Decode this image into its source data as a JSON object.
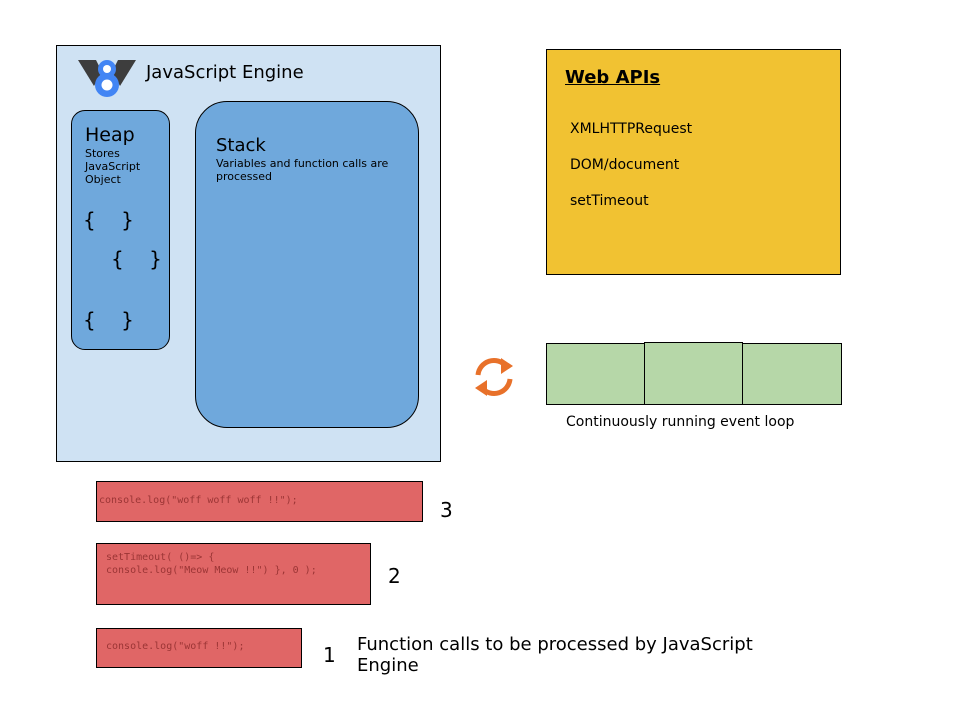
{
  "engine": {
    "title": "JavaScript Engine",
    "logo_icon": "v8-logo-icon",
    "heap": {
      "title": "Heap",
      "description": "Stores JavaScript Object",
      "braces": [
        "{    }",
        "{    }",
        "{    }"
      ]
    },
    "stack": {
      "title": "Stack",
      "description": "Variables and function calls are processed"
    }
  },
  "web_apis": {
    "title": "Web APIs",
    "items": [
      "XMLHTTPRequest",
      "DOM/document",
      "setTimeout"
    ]
  },
  "event_loop": {
    "icon": "refresh-cycle-icon",
    "caption": "Continuously running event loop"
  },
  "calls": [
    {
      "number": "3",
      "code": "console.log(\"woff woff woff !!\");"
    },
    {
      "number": "2",
      "code": "setTimeout( ()=> {\nconsole.log(\"Meow Meow !!\") }, 0 );"
    },
    {
      "number": "1",
      "code": "console.log(\"woff !!\");"
    }
  ],
  "caption": "Function calls to be processed by JavaScript Engine",
  "colors": {
    "engine_bg": "#cfe2f3",
    "heap_stack_bg": "#6fa8dc",
    "web_apis_bg": "#f1c232",
    "queue_bg": "#b6d7a8",
    "call_bg": "#e06666",
    "loop_icon": "#e8712a",
    "logo_blue": "#4285f4",
    "logo_dark": "#3d3d3d"
  }
}
